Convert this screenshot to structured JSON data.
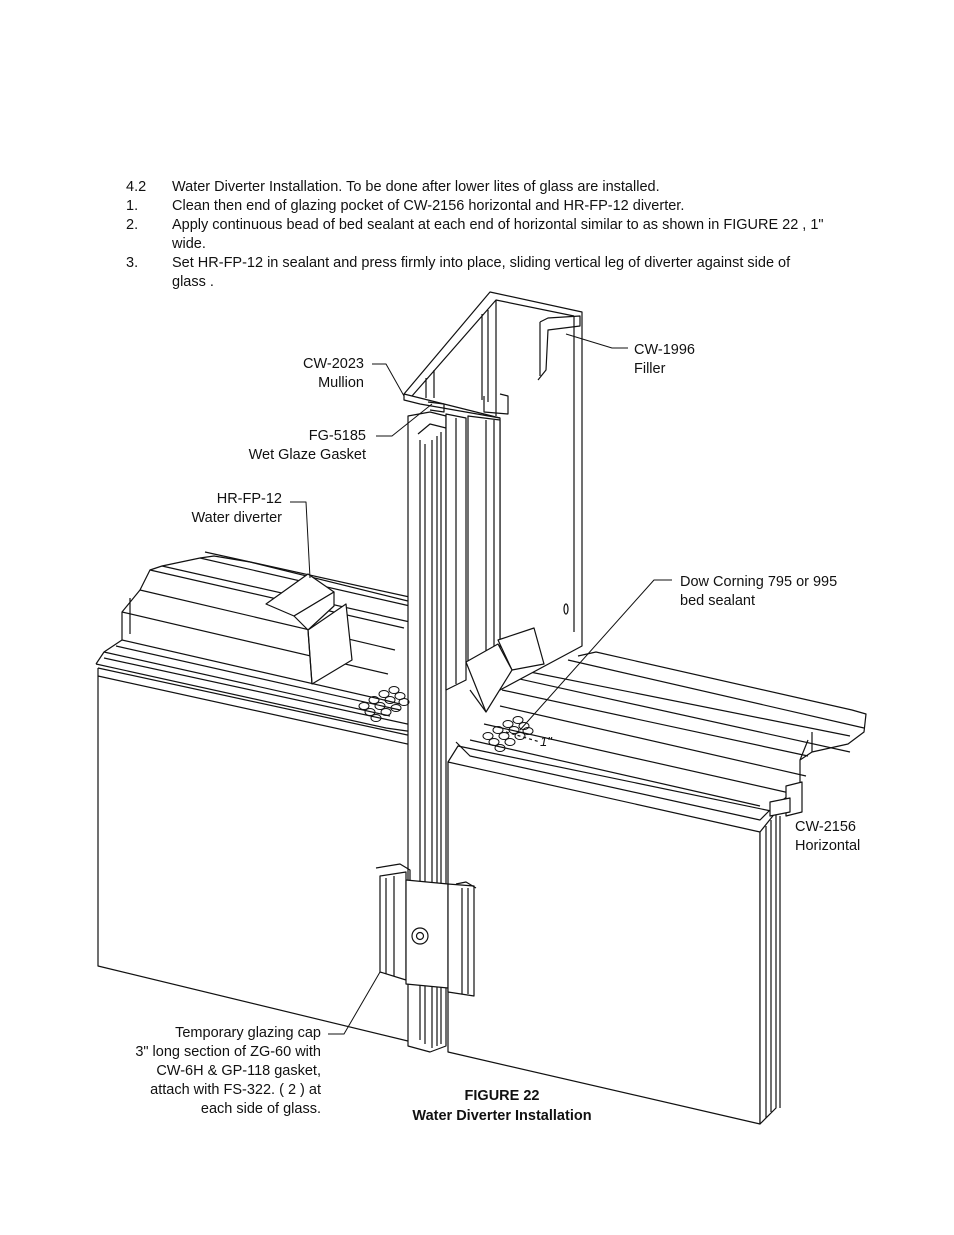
{
  "instructions": [
    {
      "num": "4.2",
      "text": "Water Diverter Installation. To be done after lower lites of glass are installed."
    },
    {
      "num": "1.",
      "text": "Clean then end of glazing pocket of CW-2156 horizontal and HR-FP-12 diverter."
    },
    {
      "num": "2.",
      "text": "Apply continuous bead of bed sealant at each end of horizontal similar to as shown in FIGURE 22 , 1\" wide."
    },
    {
      "num": "3.",
      "text": "Set HR-FP-12 in sealant and press firmly into place, sliding vertical leg of diverter against side of glass ."
    }
  ],
  "callouts": {
    "mullion": [
      "CW-2023",
      "Mullion"
    ],
    "filler": [
      "CW-1996",
      "Filler"
    ],
    "gasket": [
      "FG-5185",
      "Wet Glaze Gasket"
    ],
    "diverter": [
      "HR-FP-12",
      "Water diverter"
    ],
    "sealant": [
      "Dow Corning 795 or 995",
      "bed sealant"
    ],
    "horizontal": [
      "CW-2156",
      "Horizontal"
    ],
    "cap": [
      "Temporary  glazing cap",
      "3\" long section of ZG-60 with",
      "CW-6H & GP-118  gasket,",
      "attach with FS-322. ( 2 ) at",
      "each side of glass."
    ]
  },
  "dimension_label": "1\"",
  "figure": {
    "number": "FIGURE 22",
    "title": "Water Diverter Installation"
  }
}
